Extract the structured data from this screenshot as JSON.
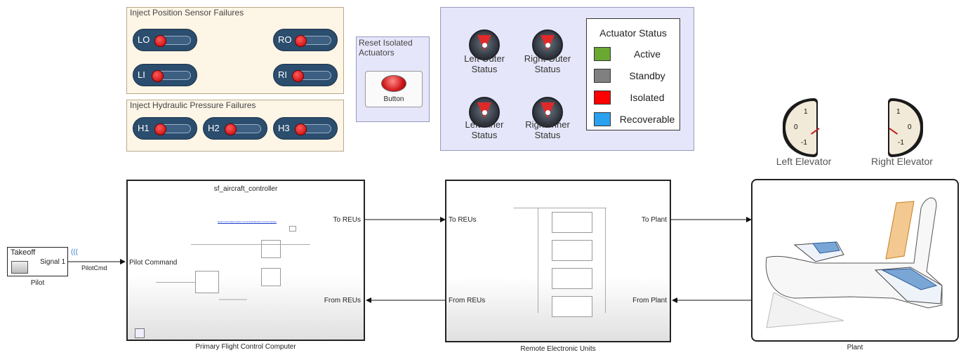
{
  "position_panel": {
    "title": "Inject Position Sensor Failures",
    "toggles": [
      {
        "label": "LO"
      },
      {
        "label": "RO"
      },
      {
        "label": "LI"
      },
      {
        "label": "RI"
      }
    ]
  },
  "hydraulic_panel": {
    "title": "Inject Hydraulic Pressure Failures",
    "toggles": [
      {
        "label": "H1"
      },
      {
        "label": "H2"
      },
      {
        "label": "H3"
      }
    ]
  },
  "reset_panel": {
    "title": "Reset Isolated Actuators",
    "button_label": "Button"
  },
  "actuator_status": {
    "gauges": [
      {
        "label": "Left Outer Status"
      },
      {
        "label": "Right Outer Status"
      },
      {
        "label": "Left Inner Status"
      },
      {
        "label": "Right Inner Status"
      }
    ],
    "legend_title": "Actuator Status",
    "legend": [
      {
        "label": "Active",
        "color": "#6aa832"
      },
      {
        "label": "Standby",
        "color": "#808080"
      },
      {
        "label": "Isolated",
        "color": "#ff0000"
      },
      {
        "label": "Recoverable",
        "color": "#2aa0f0"
      }
    ]
  },
  "elevator_gauges": {
    "left": {
      "label": "Left Elevator",
      "ticks": [
        "1",
        "0",
        "-1"
      ]
    },
    "right": {
      "label": "Right Elevator",
      "ticks": [
        "1",
        "0",
        "-1"
      ]
    }
  },
  "blocks": {
    "pilot": {
      "name": "Pilot",
      "top_label": "Takeoff",
      "port": "Signal 1",
      "signal": "PilotCmd"
    },
    "pfcc": {
      "name": "Primary Flight Control Computer",
      "title": "sf_aircraft_controller",
      "link_text": "Detect and Isolate Faults in an Aircraft Elevator Control System",
      "in_port": "Pilot Command",
      "out_port_top": "To REUs",
      "in_port_bottom": "From REUs"
    },
    "reu": {
      "name": "Remote Electronic Units",
      "in_port_top": "To REUs",
      "out_port_top": "To Plant",
      "out_port_bottom": "From REUs",
      "in_port_bottom": "From Plant"
    },
    "plant": {
      "name": "Plant"
    }
  }
}
